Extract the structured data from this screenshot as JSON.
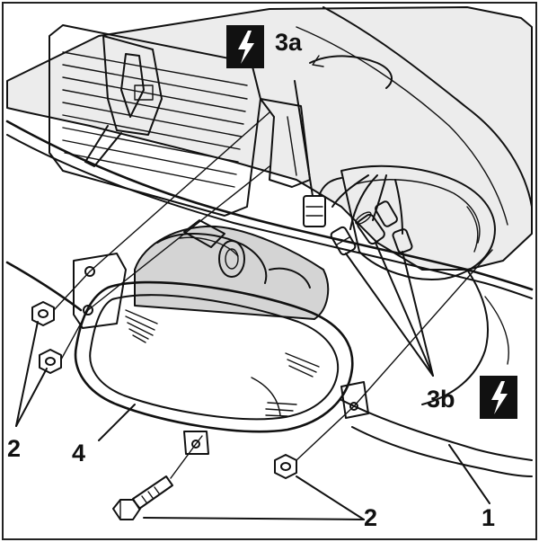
{
  "callouts": {
    "c1": "1",
    "c2_left": "2",
    "c2_bottom": "2",
    "c3a": "3a",
    "c3b": "3b",
    "c4": "4"
  },
  "icons": {
    "electrical_warning": "lightning-bolt-icon"
  },
  "colors": {
    "ink": "#111111",
    "paper": "#ffffff",
    "shade": "#d4d4d4"
  }
}
